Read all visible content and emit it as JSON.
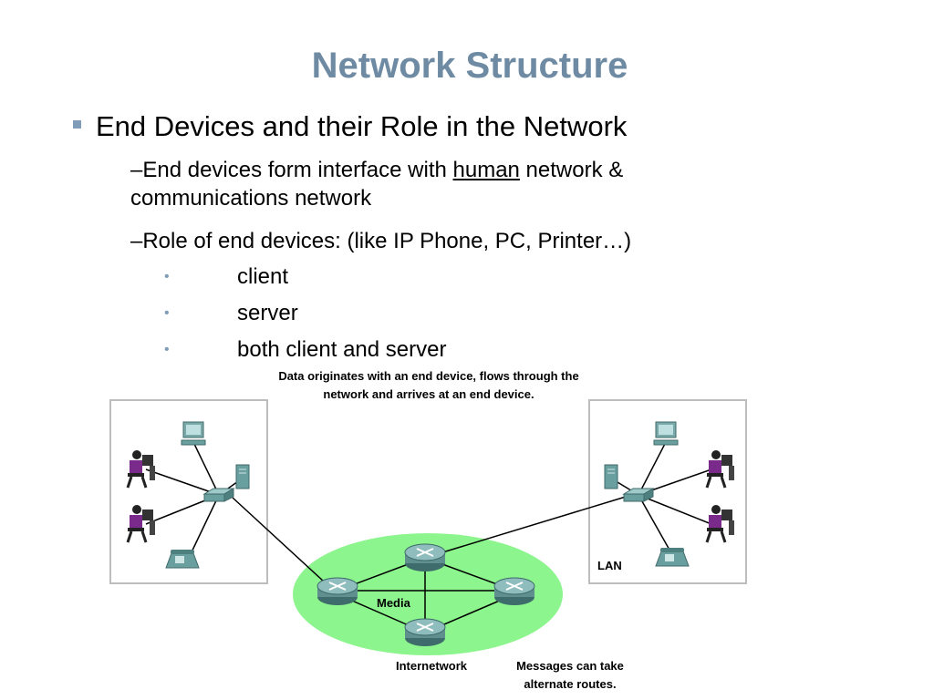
{
  "slide": {
    "title": "Network Structure",
    "bullet": "End Devices and their Role in the Network",
    "sub1_pre": "–End devices form interface with ",
    "sub1_link": "human",
    "sub1_post": " network &",
    "sub1_line2": "communications network",
    "sub2": "–Role of end devices: (like IP Phone, PC, Printer…)",
    "roles": [
      "client",
      "server",
      "both client and server"
    ]
  },
  "diagram": {
    "caption_top": [
      "Data originates with an end device, flows through the",
      "network and arrives at an end device."
    ],
    "lan_label": "LAN",
    "media_label": "Media",
    "internetwork_label": "Internetwork",
    "routes_caption": [
      "Messages can take",
      "alternate routes."
    ],
    "colors": {
      "cloud": "#8df58d",
      "router": "#5f8f8f",
      "device": "#6a9fa0",
      "person": "#7a2a8a"
    }
  }
}
